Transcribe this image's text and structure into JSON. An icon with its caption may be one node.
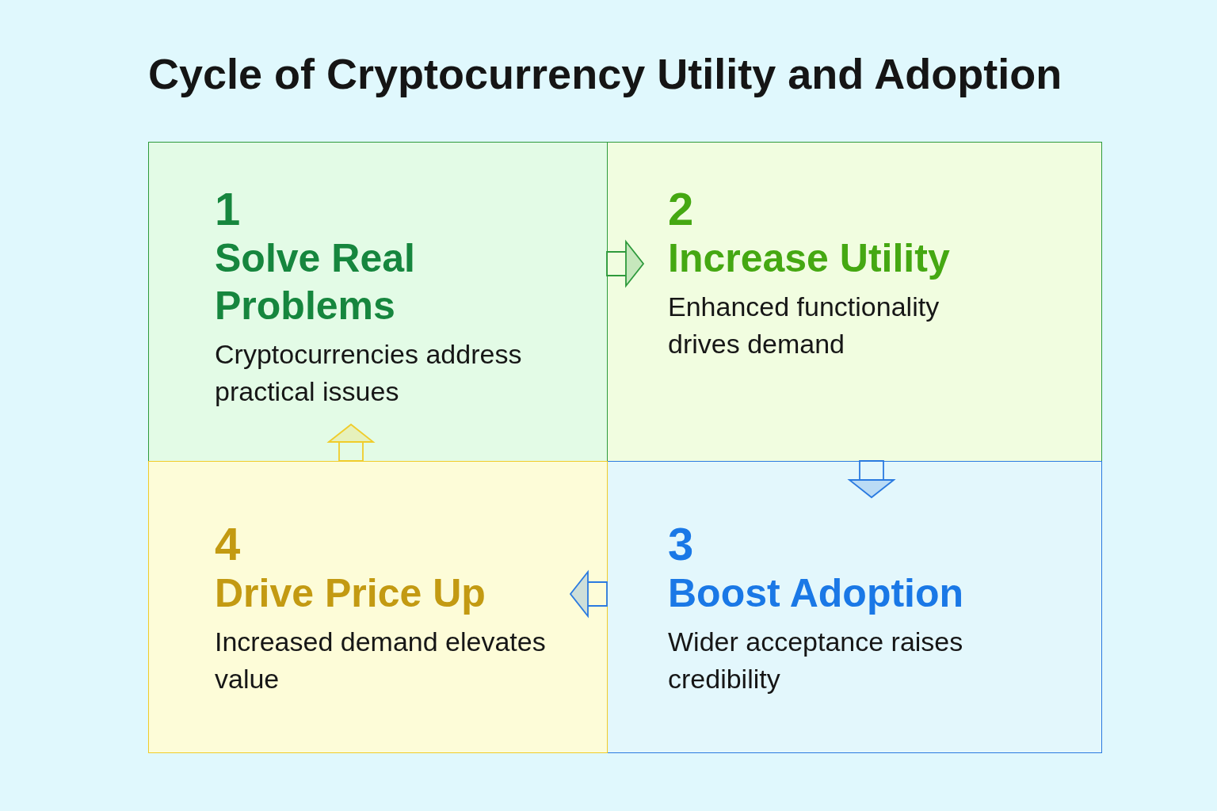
{
  "diagram": {
    "title": "Cycle of Cryptocurrency Utility and Adoption",
    "nodes": [
      {
        "text": [
          "1",
          "Solve Real Problems",
          "Cryptocurrencies address practical issues"
        ]
      },
      {
        "text": [
          "2",
          "Increase Utility",
          "Enhanced functionality drives demand"
        ]
      },
      {
        "text": [
          "3",
          "Boost Adoption",
          "Wider acceptance raises credibility"
        ]
      },
      {
        "text": [
          "4",
          "Drive Price Up",
          "Increased demand elevates value"
        ]
      }
    ],
    "edges": [
      {
        "from": 0,
        "to": 1,
        "arrow": "to",
        "color": "#2e9a3c"
      },
      {
        "from": 1,
        "to": 2,
        "arrow": "to",
        "color": "#2a7ae0"
      },
      {
        "from": 2,
        "to": 3,
        "arrow": "to",
        "color": "#2a7ae0"
      },
      {
        "from": 3,
        "to": 0,
        "arrow": "to",
        "color": "#f0cc2a"
      }
    ]
  }
}
